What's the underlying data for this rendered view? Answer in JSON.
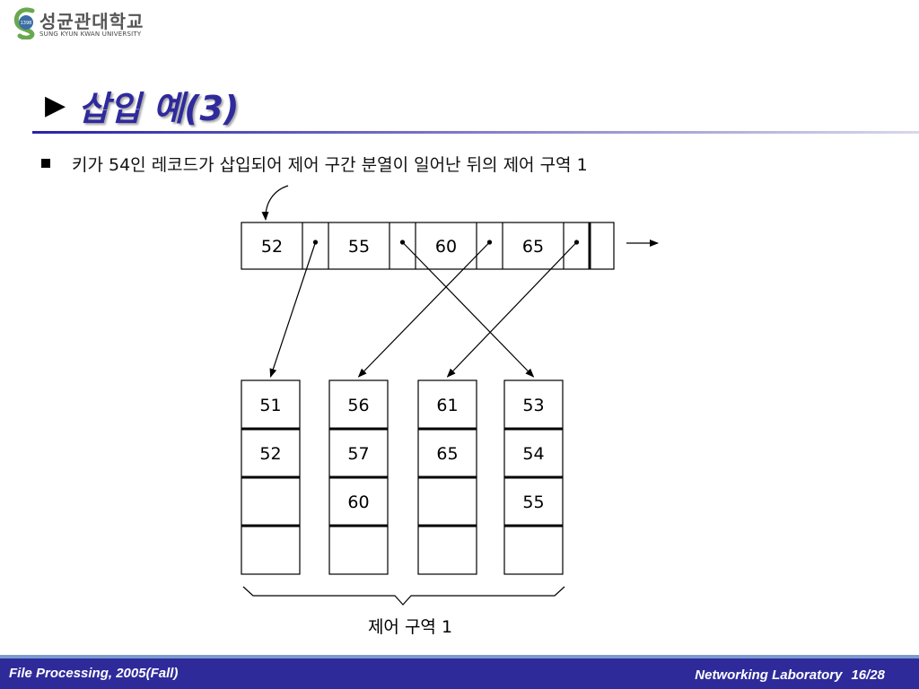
{
  "logo": {
    "korean_name": "성균관대학교",
    "english_name": "SUNG KYUN KWAN UNIVERSITY",
    "year": "1398",
    "icon": "university-emblem-icon"
  },
  "title": {
    "marker": "▶",
    "text": "삽입 예(3)"
  },
  "bullet": {
    "marker": "■",
    "text": "키가 54인 레코드가 삽입되어 제어 구간 분열이 일어난 뒤의 제어 구역 1"
  },
  "diagram": {
    "index_keys": [
      "52",
      "55",
      "60",
      "65"
    ],
    "buckets": [
      [
        "51",
        "52",
        "",
        ""
      ],
      [
        "56",
        "57",
        "60",
        ""
      ],
      [
        "61",
        "65",
        "",
        ""
      ],
      [
        "53",
        "54",
        "55",
        ""
      ]
    ],
    "pointer_targets": [
      0,
      3,
      1,
      2
    ],
    "brace_label": "제어 구역  1"
  },
  "footer": {
    "left": "File Processing, 2005(Fall)",
    "right_lab": "Networking Laboratory",
    "right_page": "16/28"
  },
  "colors": {
    "title": "#2f2a9c",
    "footer_bg": "#2e2a9a",
    "footer_text": "#ffffff"
  }
}
